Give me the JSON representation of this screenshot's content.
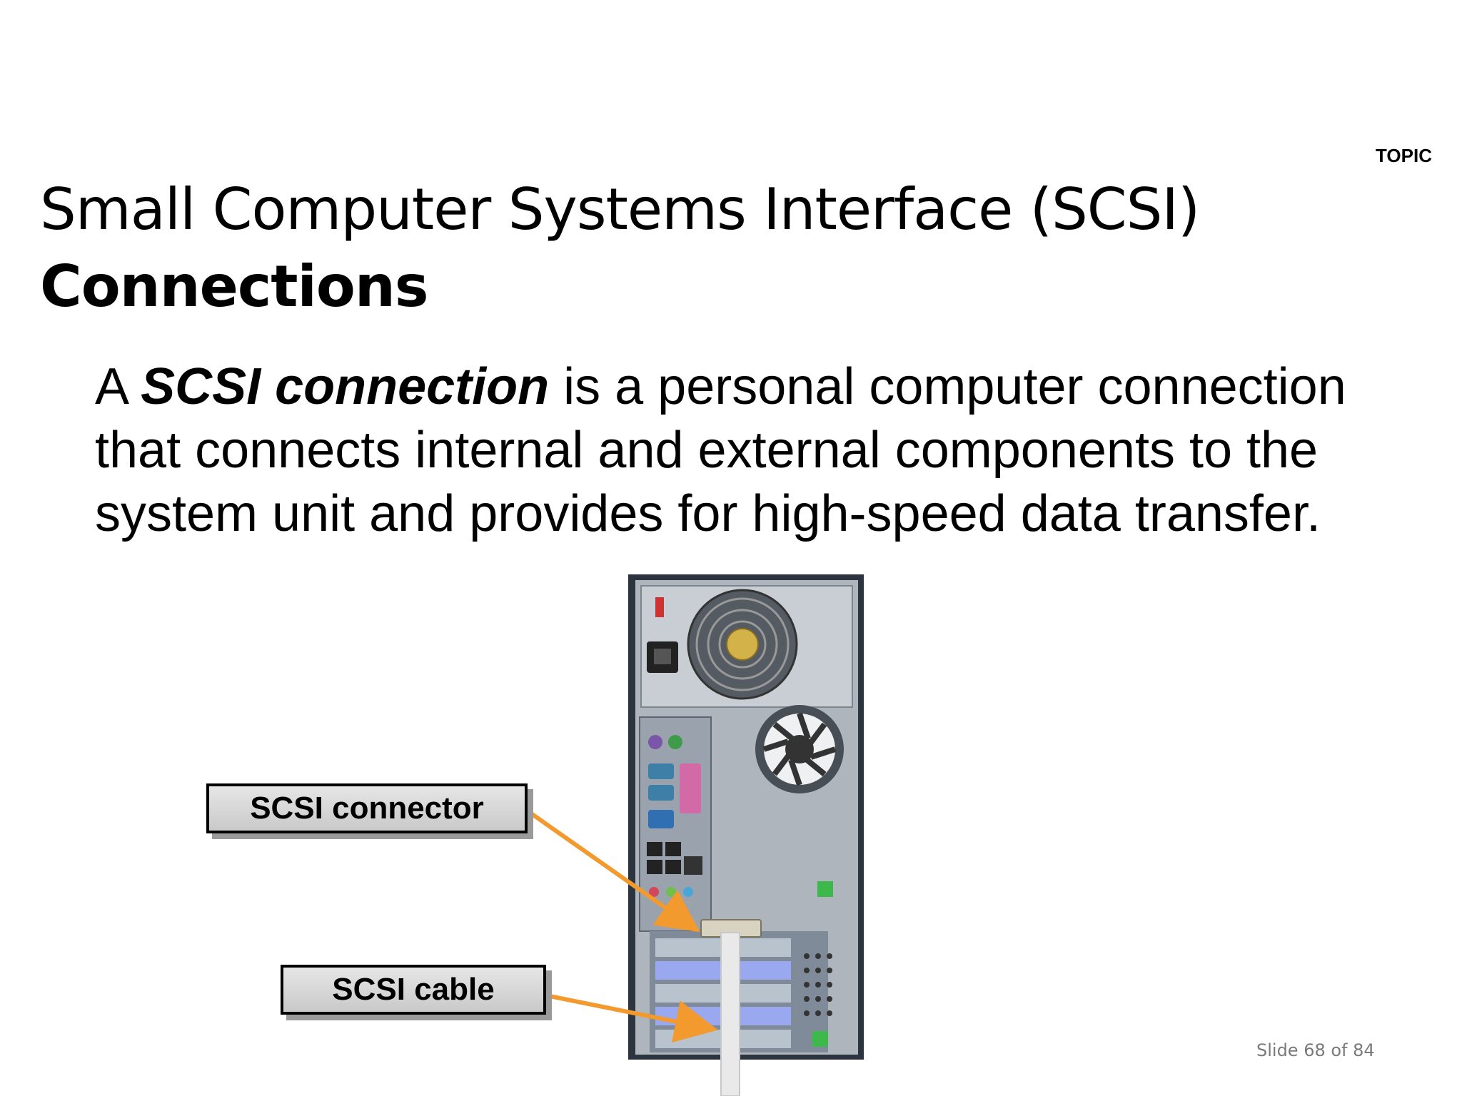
{
  "slide": {
    "topic_label": "TOPIC",
    "title": "Small Computer Systems Interface (SCSI)",
    "subtitle": "Connections",
    "body": {
      "prefix": "A ",
      "term": "SCSI connection",
      "suffix": " is a personal computer connection that connects internal and external components to the system unit and provides for high-speed data transfer."
    },
    "callouts": {
      "connector": "SCSI connector",
      "cable": "SCSI cable"
    },
    "slide_number": "Slide 68 of 84"
  },
  "colors": {
    "arrow": "#f39a2e",
    "callout_bg": "#d9d9d9"
  }
}
